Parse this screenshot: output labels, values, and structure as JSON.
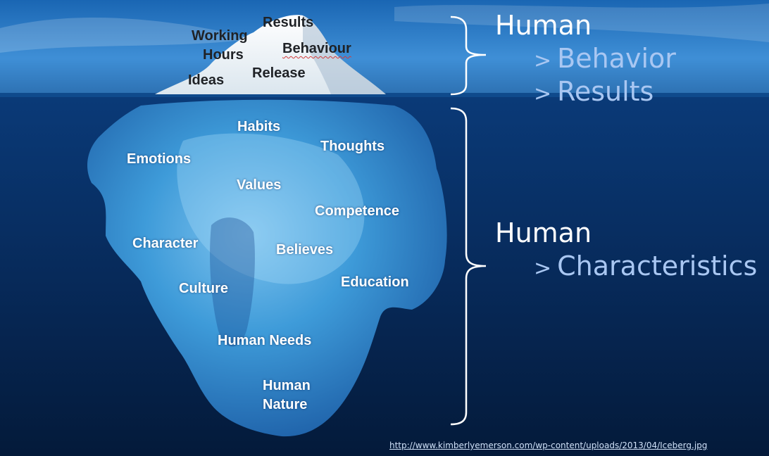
{
  "above_water": {
    "labels": [
      "Results",
      "Working",
      "Hours",
      "Behaviour",
      "Release",
      "Ideas"
    ]
  },
  "under_water": {
    "labels": [
      "Habits",
      "Thoughts",
      "Emotions",
      "Values",
      "Competence",
      "Character",
      "Believes",
      "Education",
      "Culture",
      "Human Needs",
      "Human",
      "Nature"
    ]
  },
  "right_panel": {
    "top_group": {
      "title": "Human",
      "items": [
        "Behavior",
        "Results"
      ]
    },
    "bottom_group": {
      "title": "Human",
      "items": [
        "Characteristics"
      ]
    }
  },
  "source": {
    "url_text": "http://www.kimberlyemerson.com/wp-content/uploads/2013/04/Iceberg.jpg"
  },
  "colors": {
    "sky": "#1e6fb8",
    "deep_water": "#041a3a",
    "ice_underwater": "#3f9ad8",
    "ice_top": "#f2f6f8",
    "accent_text": "#a9c7f2"
  }
}
